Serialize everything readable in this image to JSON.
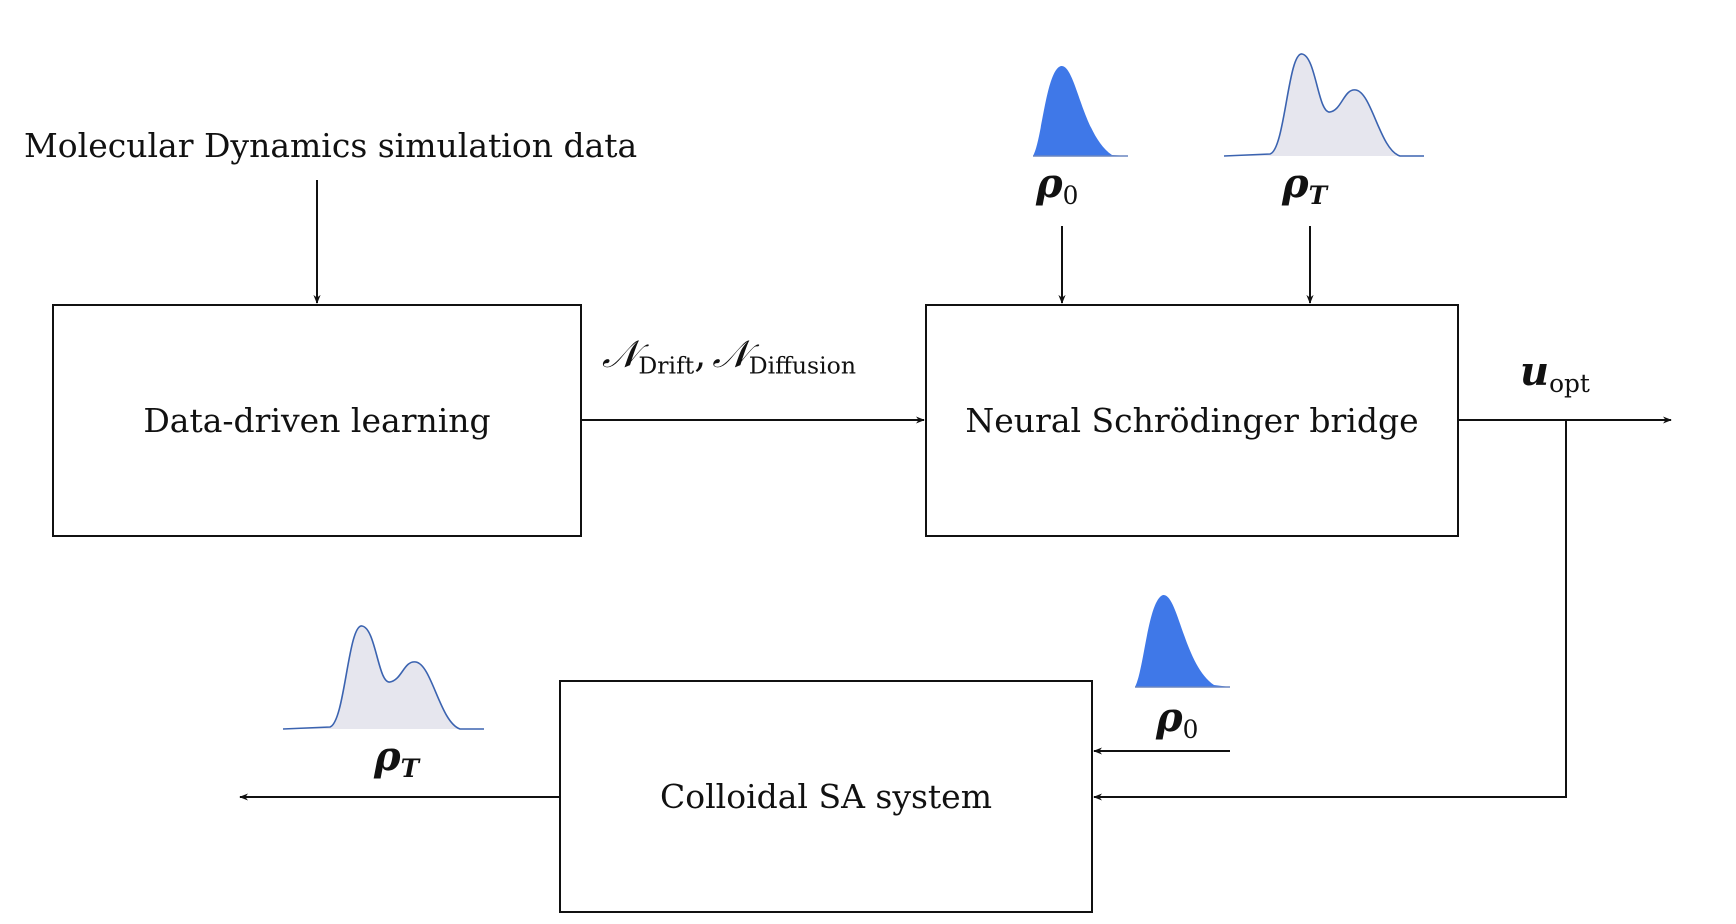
{
  "input_label": "Molecular Dynamics simulation data",
  "blocks": {
    "learning": "Data-driven learning",
    "bridge": "Neural Schrödinger bridge",
    "system": "Colloidal SA system"
  },
  "edge_learning_bridge": {
    "n1": "𝒩",
    "sub1": "Drift",
    "sep": ",",
    "n2": "𝒩",
    "sub2": "Diffusion"
  },
  "output": {
    "symbol": "u",
    "sub": "opt"
  },
  "distributions": {
    "rho0_top": {
      "symbol": "ρ",
      "sub": "0"
    },
    "rhoT_top": {
      "symbol": "ρ",
      "sub": "T"
    },
    "rho0_bottom": {
      "symbol": "ρ",
      "sub": "0"
    },
    "rhoT_bottom": {
      "symbol": "ρ",
      "sub": "T"
    }
  },
  "colors": {
    "stroke": "#111111",
    "rho0_fill": "#3f78e8",
    "rhoT_fill": "#e6e6ee",
    "rhoT_line": "#3b63b0"
  }
}
